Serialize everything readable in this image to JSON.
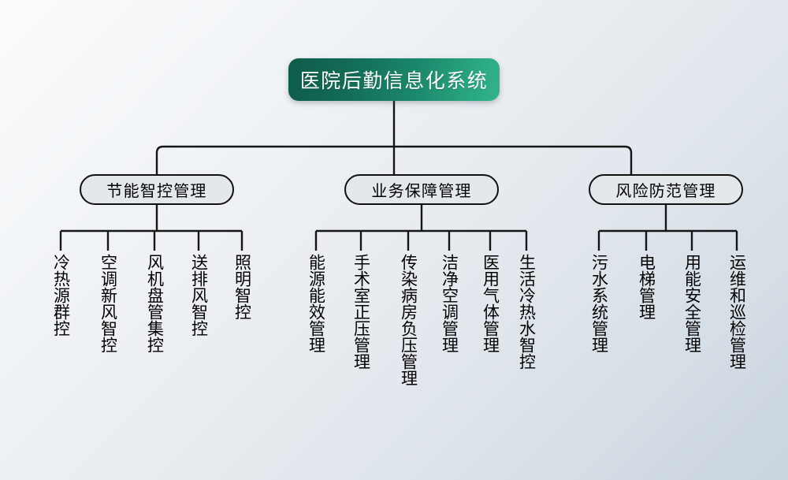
{
  "diagram": {
    "title": "医院后勤信息化系统",
    "type": "organization-tree",
    "root": {
      "label": "医院后勤信息化系统",
      "color": "#157a61"
    },
    "categories": [
      {
        "label": "节能智控管理",
        "children": [
          {
            "label": "冷热源群控"
          },
          {
            "label": "空调新风智控"
          },
          {
            "label": "风机盘管集控"
          },
          {
            "label": "送排风智控"
          },
          {
            "label": "照明智控"
          }
        ]
      },
      {
        "label": "业务保障管理",
        "children": [
          {
            "label": "能源能效管理"
          },
          {
            "label": "手术室正压管理"
          },
          {
            "label": "传染病房负压管理"
          },
          {
            "label": "洁净空调管理"
          },
          {
            "label": "医用气体管理"
          },
          {
            "label": "生活冷热水智控"
          }
        ]
      },
      {
        "label": "风险防范管理",
        "children": [
          {
            "label": "污水系统管理"
          },
          {
            "label": "电梯管理"
          },
          {
            "label": "用能安全管理"
          },
          {
            "label": "运维和巡检管理"
          }
        ]
      }
    ],
    "colors": {
      "root_gradient_start": "#0e5c4a",
      "root_gradient_end": "#33b38c",
      "node_fill": "#e3e8ec",
      "node_border": "#101010",
      "text": "#000000",
      "connector": "#151515",
      "background_start": "#fbfcfd",
      "background_end": "#c9d4dd"
    }
  }
}
